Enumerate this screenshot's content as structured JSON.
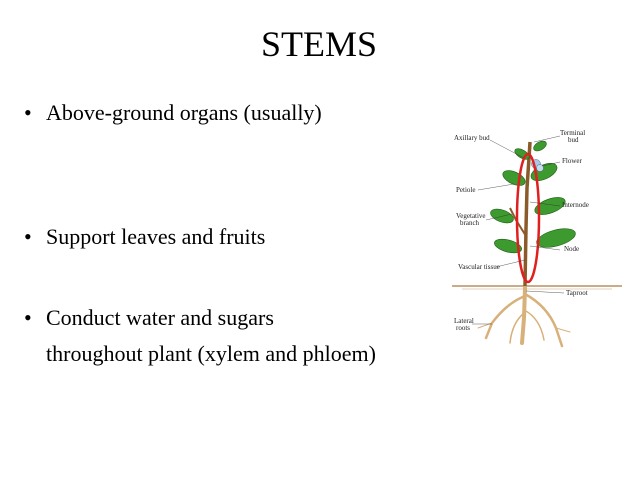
{
  "slide": {
    "title": "STEMS",
    "bullet_char": "•",
    "bullets": [
      {
        "text": "Above-ground organs (usually)"
      },
      {
        "text": "Support leaves and fruits"
      },
      {
        "text": "Conduct water and sugars",
        "continuation": "throughout plant (xylem and phloem)"
      }
    ]
  },
  "diagram": {
    "labels": {
      "axillary_bud": "Axillary bud",
      "terminal_bud_1": "Terminal",
      "terminal_bud_2": "bud",
      "flower": "Flower",
      "petiole": "Petiole",
      "internode": "Internode",
      "vegetative_branch_1": "Vegetative",
      "vegetative_branch_2": "branch",
      "node": "Node",
      "vascular_tissue": "Vascular tissue",
      "taproot": "Taproot",
      "lateral_roots_1": "Lateral",
      "lateral_roots_2": "roots"
    },
    "colors": {
      "leaf": "#3d9a2e",
      "stem": "#8b5a2b",
      "root": "#d8b07a",
      "highlight": "#e02020",
      "flower": "#a8c8e8"
    }
  }
}
